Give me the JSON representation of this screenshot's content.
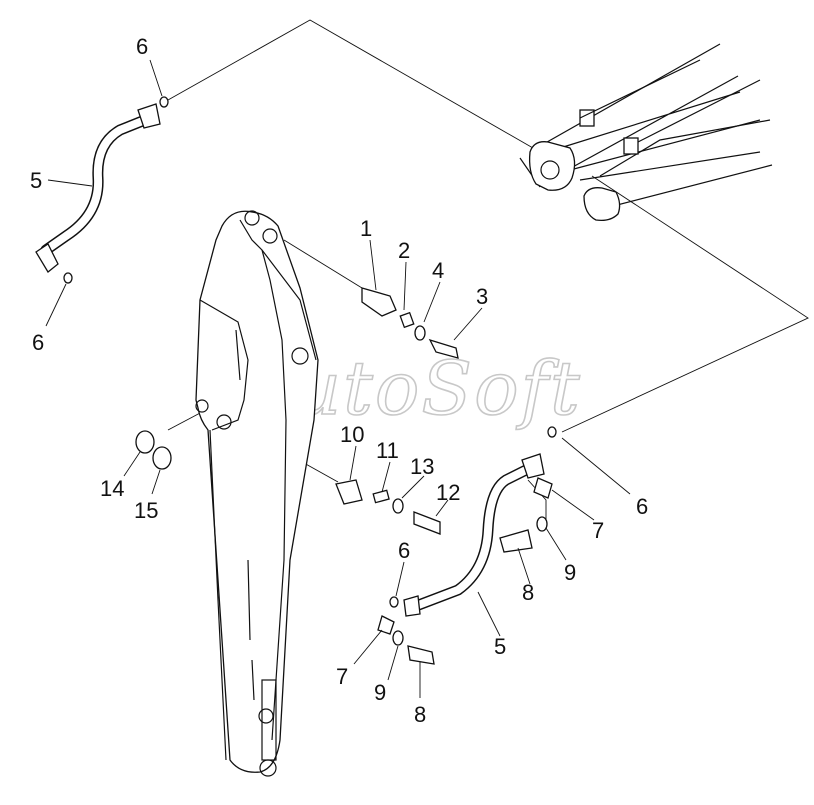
{
  "watermark": "AutoSoft",
  "callouts": [
    {
      "id": "c6a",
      "text": "6"
    },
    {
      "id": "c5a",
      "text": "5"
    },
    {
      "id": "c6b",
      "text": "6"
    },
    {
      "id": "c1",
      "text": "1"
    },
    {
      "id": "c2",
      "text": "2"
    },
    {
      "id": "c4",
      "text": "4"
    },
    {
      "id": "c3",
      "text": "3"
    },
    {
      "id": "c10",
      "text": "10"
    },
    {
      "id": "c11",
      "text": "11"
    },
    {
      "id": "c13",
      "text": "13"
    },
    {
      "id": "c12",
      "text": "12"
    },
    {
      "id": "c14",
      "text": "14"
    },
    {
      "id": "c15",
      "text": "15"
    },
    {
      "id": "c6c",
      "text": "6"
    },
    {
      "id": "c7a",
      "text": "7"
    },
    {
      "id": "c9a",
      "text": "9"
    },
    {
      "id": "c8a",
      "text": "8"
    },
    {
      "id": "c5b",
      "text": "5"
    },
    {
      "id": "c6d",
      "text": "6"
    },
    {
      "id": "c7b",
      "text": "7"
    },
    {
      "id": "c9b",
      "text": "9"
    },
    {
      "id": "c8b",
      "text": "8"
    }
  ]
}
